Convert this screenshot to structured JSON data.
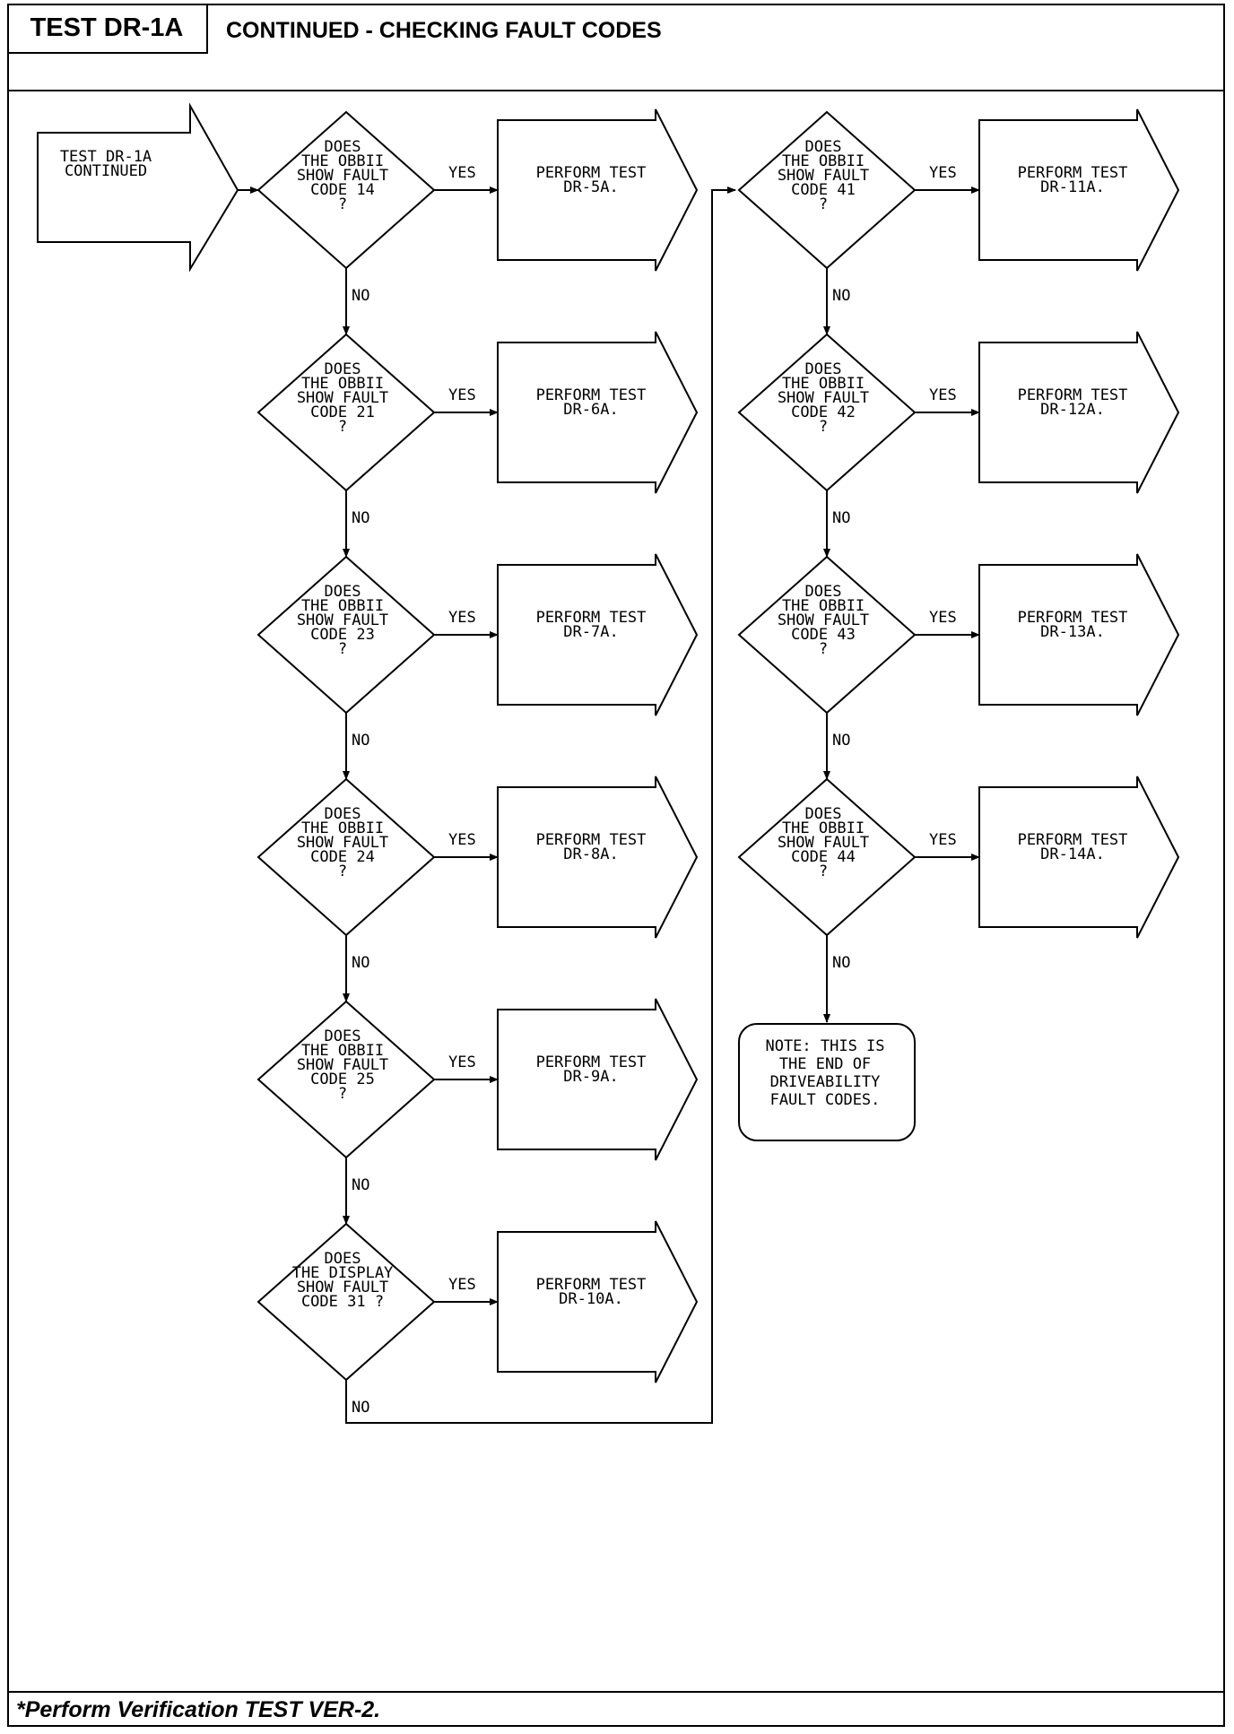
{
  "header": {
    "tab_label": "TEST DR-1A",
    "title": "CONTINUED - CHECKING FAULT CODES"
  },
  "footer": {
    "note": "*Perform Verification TEST VER-2."
  },
  "flowchart": {
    "start": {
      "lines": [
        "TEST DR-1A",
        "CONTINUED"
      ]
    },
    "yes_label": "YES",
    "no_label": "NO",
    "left_column": [
      {
        "question": [
          "DOES",
          "THE OBBII",
          "SHOW FAULT",
          "CODE 14",
          "?"
        ],
        "action": [
          "PERFORM TEST",
          "DR-5A."
        ]
      },
      {
        "question": [
          "DOES",
          "THE OBBII",
          "SHOW FAULT",
          "CODE 21",
          "?"
        ],
        "action": [
          "PERFORM TEST",
          "DR-6A."
        ]
      },
      {
        "question": [
          "DOES",
          "THE OBBII",
          "SHOW FAULT",
          "CODE 23",
          "?"
        ],
        "action": [
          "PERFORM TEST",
          "DR-7A."
        ]
      },
      {
        "question": [
          "DOES",
          "THE OBBII",
          "SHOW FAULT",
          "CODE 24",
          "?"
        ],
        "action": [
          "PERFORM TEST",
          "DR-8A."
        ]
      },
      {
        "question": [
          "DOES",
          "THE OBBII",
          "SHOW FAULT",
          "CODE 25",
          "?"
        ],
        "action": [
          "PERFORM TEST",
          "DR-9A."
        ]
      },
      {
        "question": [
          "DOES",
          "THE DISPLAY",
          "SHOW FAULT",
          "CODE 31 ?"
        ],
        "action": [
          "PERFORM TEST",
          "DR-10A."
        ]
      }
    ],
    "right_column": [
      {
        "question": [
          "DOES",
          "THE OBBII",
          "SHOW FAULT",
          "CODE 41",
          "?"
        ],
        "action": [
          "PERFORM TEST",
          "DR-11A."
        ]
      },
      {
        "question": [
          "DOES",
          "THE OBBII",
          "SHOW FAULT",
          "CODE 42",
          "?"
        ],
        "action": [
          "PERFORM TEST",
          "DR-12A."
        ]
      },
      {
        "question": [
          "DOES",
          "THE OBBII",
          "SHOW FAULT",
          "CODE 43",
          "?"
        ],
        "action": [
          "PERFORM TEST",
          "DR-13A."
        ]
      },
      {
        "question": [
          "DOES",
          "THE OBBII",
          "SHOW FAULT",
          "CODE 44",
          "?"
        ],
        "action": [
          "PERFORM TEST",
          "DR-14A."
        ]
      }
    ],
    "end_note": {
      "lines": [
        "NOTE: THIS IS",
        "THE END OF",
        "DRIVEABILITY",
        "FAULT CODES."
      ]
    }
  }
}
